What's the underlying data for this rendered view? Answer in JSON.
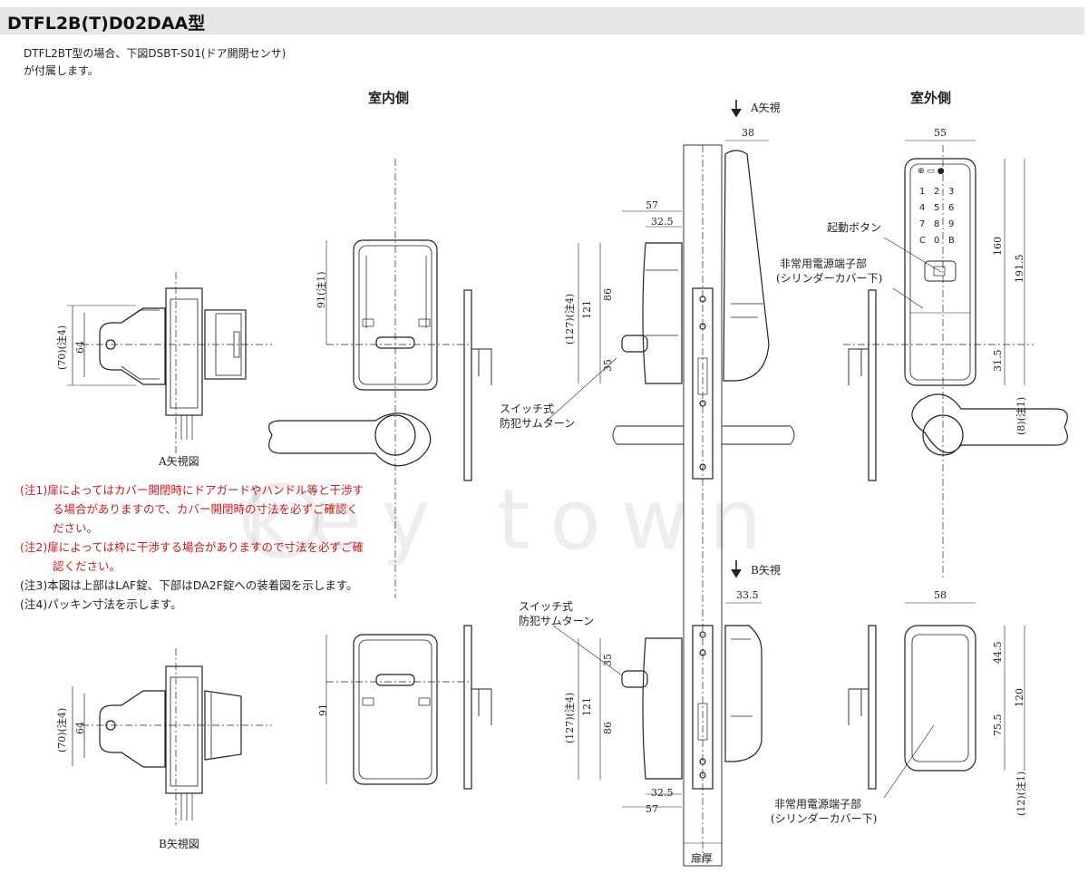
{
  "header": {
    "title": "DTFL2B(T)D02DAA型"
  },
  "intro": {
    "line1": "DTFL2BT型の場合、下図DSBT-S01(ドア開閉センサ)",
    "line2": "が付属します。"
  },
  "views": {
    "indoor": "室内側",
    "outdoor": "室外側",
    "a_view": "A矢視",
    "b_view": "B矢視",
    "a_view_caption": "A矢視図",
    "b_view_caption": "B矢視図"
  },
  "labels": {
    "start_button": "起動ボタン",
    "emergency_terminal_1": "非常用電源端子部",
    "emergency_terminal_2": "(シリンダーカバー下)",
    "switch_thumb_1": "スイッチ式",
    "switch_thumb_2": "防犯サムターン",
    "door_thickness": "扉厚"
  },
  "dimensions": {
    "d38": "38",
    "d55": "55",
    "d57": "57",
    "d32_5": "32.5",
    "d160": "160",
    "d191_5": "191.5",
    "d31_5": "31.5",
    "d8": "(8)(注1)",
    "d121": "121",
    "d86": "86",
    "d35": "35",
    "d127": "(127)(注4)",
    "d91note": "91(注1)",
    "d70": "(70)(注4)",
    "d64": "64",
    "d33_5": "33.5",
    "d58": "58",
    "d44_5": "44.5",
    "d120": "120",
    "d75_5": "75.5",
    "d12": "(12)(注1)",
    "d91": "91"
  },
  "keypad": [
    "1",
    "2",
    "3",
    "4",
    "5",
    "6",
    "7",
    "8",
    "9",
    "C",
    "0",
    "B"
  ],
  "notes": [
    {
      "text": "(注1)扉によってはカバー開閉時にドアガードやハンドル等と干渉する場合がありますので、カバー開閉時の寸法を必ずご確認ください。",
      "color": "red"
    },
    {
      "text": "(注2)扉によっては枠に干渉する場合がありますので寸法を必ずご確認ください。",
      "color": "red"
    },
    {
      "text": "(注3)本図は上部はLAF錠、下部はDA2F錠への装着図を示します。",
      "color": "black"
    },
    {
      "text": "(注4)パッキン寸法を示します。",
      "color": "black"
    }
  ],
  "watermark": "key town"
}
